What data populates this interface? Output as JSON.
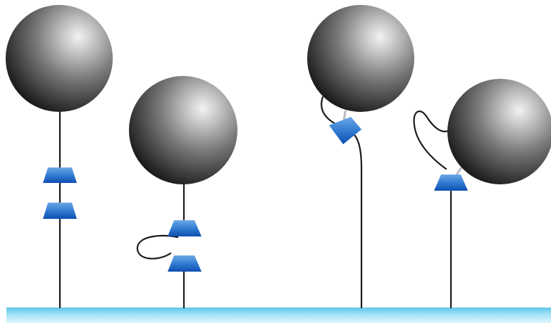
{
  "diagram": {
    "type": "bead-tether-illustration",
    "panels": [
      {
        "id": "panel-1",
        "bead": "sphere",
        "domains": 2,
        "tether": "straight"
      },
      {
        "id": "panel-2",
        "bead": "sphere",
        "domains": 2,
        "tether": "looped"
      },
      {
        "id": "panel-3",
        "bead": "sphere",
        "domains": 1,
        "tether": "curved"
      },
      {
        "id": "panel-4",
        "bead": "sphere",
        "domains": 1,
        "tether": "looped"
      }
    ],
    "colors": {
      "surface": "#7fd3ef",
      "bead_dark": "#1c1c1c",
      "bead_light": "#f0f0f0",
      "domain_light": "#6aa8e6",
      "domain_dark": "#0d4fb0",
      "tether": "#1a1a1a",
      "link": "#b8bcc2"
    }
  }
}
